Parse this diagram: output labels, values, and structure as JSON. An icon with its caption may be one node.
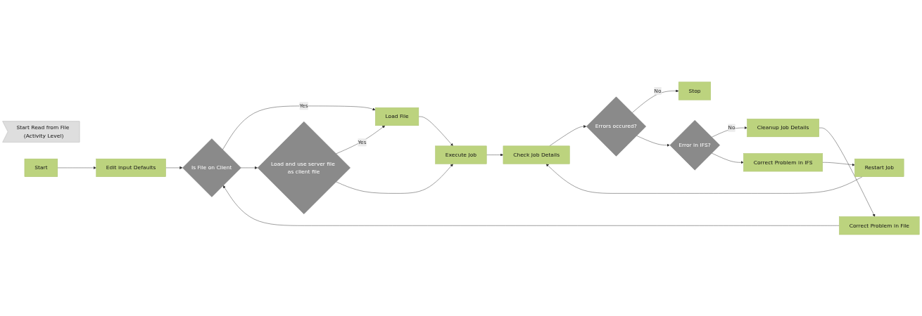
{
  "diagram": {
    "nodes": [
      {
        "text": [
          "Start Read from File (Activity Level)"
        ]
      },
      {
        "text": [
          "Start"
        ]
      },
      {
        "text": [
          "Edit input Defaults"
        ]
      },
      {
        "text": [
          "Is File on Client"
        ]
      },
      {
        "text": [
          "Load File"
        ]
      },
      {
        "text": [
          "Load and use server file as client file"
        ]
      },
      {
        "text": [
          "Execute Job"
        ]
      },
      {
        "text": [
          "Check Job Details"
        ]
      },
      {
        "text": [
          "Errors occured?"
        ]
      },
      {
        "text": [
          "Stop"
        ]
      },
      {
        "text": [
          "Error in IFS?"
        ]
      },
      {
        "text": [
          "Cleanup Job Details"
        ]
      },
      {
        "text": [
          "Correct Problem in IFS"
        ]
      },
      {
        "text": [
          "Restart Job"
        ]
      },
      {
        "text": [
          "Correct Problem in File"
        ]
      }
    ],
    "edges": [
      {
        "from": 1,
        "to": 2,
        "arrow": "to"
      },
      {
        "from": 2,
        "to": 3,
        "arrow": "to"
      },
      {
        "from": 3,
        "to": 4,
        "arrow": "to",
        "label": "Yes"
      },
      {
        "from": 3,
        "to": 5,
        "arrow": "to"
      },
      {
        "from": 5,
        "to": 4,
        "arrow": "to",
        "label": "Yes"
      },
      {
        "from": 5,
        "to": 6,
        "arrow": "to"
      },
      {
        "from": 4,
        "to": 6,
        "arrow": "to"
      },
      {
        "from": 6,
        "to": 7,
        "arrow": "to"
      },
      {
        "from": 7,
        "to": 8,
        "arrow": "to"
      },
      {
        "from": 8,
        "to": 9,
        "arrow": "to",
        "label": "No"
      },
      {
        "from": 8,
        "to": 10,
        "arrow": "to"
      },
      {
        "from": 10,
        "to": 11,
        "arrow": "to",
        "label": "No"
      },
      {
        "from": 10,
        "to": 12,
        "arrow": "to"
      },
      {
        "from": 12,
        "to": 13,
        "arrow": "to"
      },
      {
        "from": 13,
        "to": 7,
        "arrow": "to"
      },
      {
        "from": 11,
        "to": 14,
        "arrow": "to"
      },
      {
        "from": 14,
        "to": 3,
        "arrow": "to"
      }
    ]
  }
}
